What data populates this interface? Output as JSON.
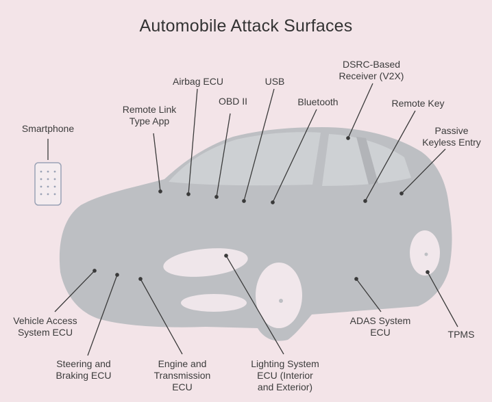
{
  "title": "Automobile Attack Surfaces",
  "colors": {
    "background": "#f3e4e8",
    "car_body": "#bdbfc3",
    "car_highlight": "#f2e8ec",
    "line": "#3a3a3a"
  },
  "labels": {
    "smartphone": "Smartphone",
    "remote_link_app": "Remote Link\nType App",
    "airbag_ecu": "Airbag ECU",
    "obd_ii": "OBD II",
    "usb": "USB",
    "bluetooth": "Bluetooth",
    "dsrc": "DSRC-Based\nReceiver (V2X)",
    "remote_key": "Remote Key",
    "passive_keyless": "Passive\nKeyless Entry",
    "vehicle_access_ecu": "Vehicle Access\nSystem ECU",
    "steering_braking_ecu": "Steering and\nBraking ECU",
    "engine_transmission_ecu": "Engine and\nTransmission\nECU",
    "lighting_ecu": "Lighting System\nECU (Interior\nand Exterior)",
    "adas_ecu": "ADAS System\nECU",
    "tpms": "TPMS"
  }
}
